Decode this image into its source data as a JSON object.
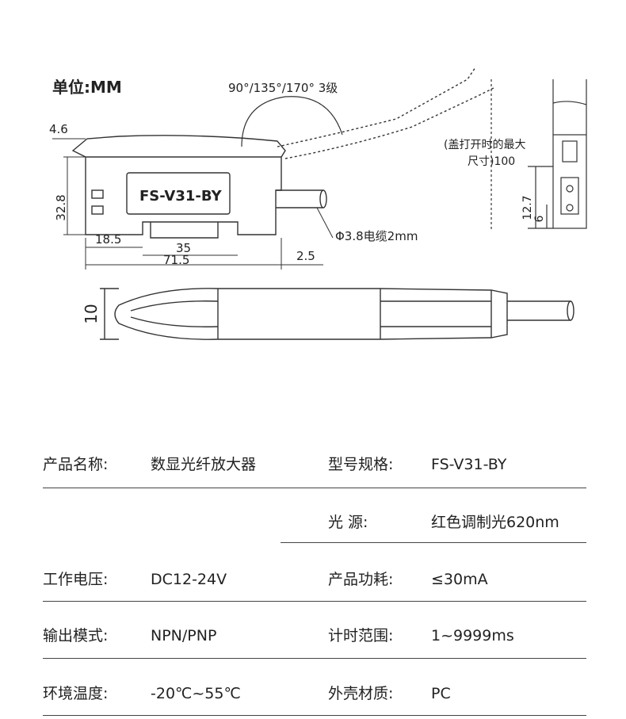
{
  "drawing": {
    "unit_label": "单位:MM",
    "model_on_body": "FS-V31-BY",
    "angle_note": "90°/135°/170°  3级",
    "cover_note_line1": "(盖打开时的最大",
    "cover_note_line2": "尺寸)100",
    "cable_note": "Φ3.8电缆2mm",
    "dims": {
      "top_left_width": "4.6",
      "height": "32.8",
      "bottom_left": "18.5",
      "center_span": "35",
      "total_length": "71.5",
      "cable_offset": "2.5",
      "side_height": "12.7",
      "side_small": "6",
      "width_top_view": "10"
    }
  },
  "specs": {
    "product_name_label": "产品名称:",
    "product_name_value": "数显光纤放大器",
    "model_label": "型号规格:",
    "model_value": "FS-V31-BY",
    "light_source_label": "光      源:",
    "light_source_value": "红色调制光620nm",
    "voltage_label": "工作电压:",
    "voltage_value": "DC12-24V",
    "power_label": "产品功耗:",
    "power_value": "≤30mA",
    "output_label": "输出模式:",
    "output_value": "NPN/PNP",
    "timer_label": "计时范围:",
    "timer_value": "1~9999ms",
    "temp_label": "环境温度:",
    "temp_value": "-20℃~55℃",
    "material_label": "外壳材质:",
    "material_value": "PC"
  },
  "colors": {
    "line": "#333333",
    "text": "#222222",
    "rule": "#444444"
  }
}
